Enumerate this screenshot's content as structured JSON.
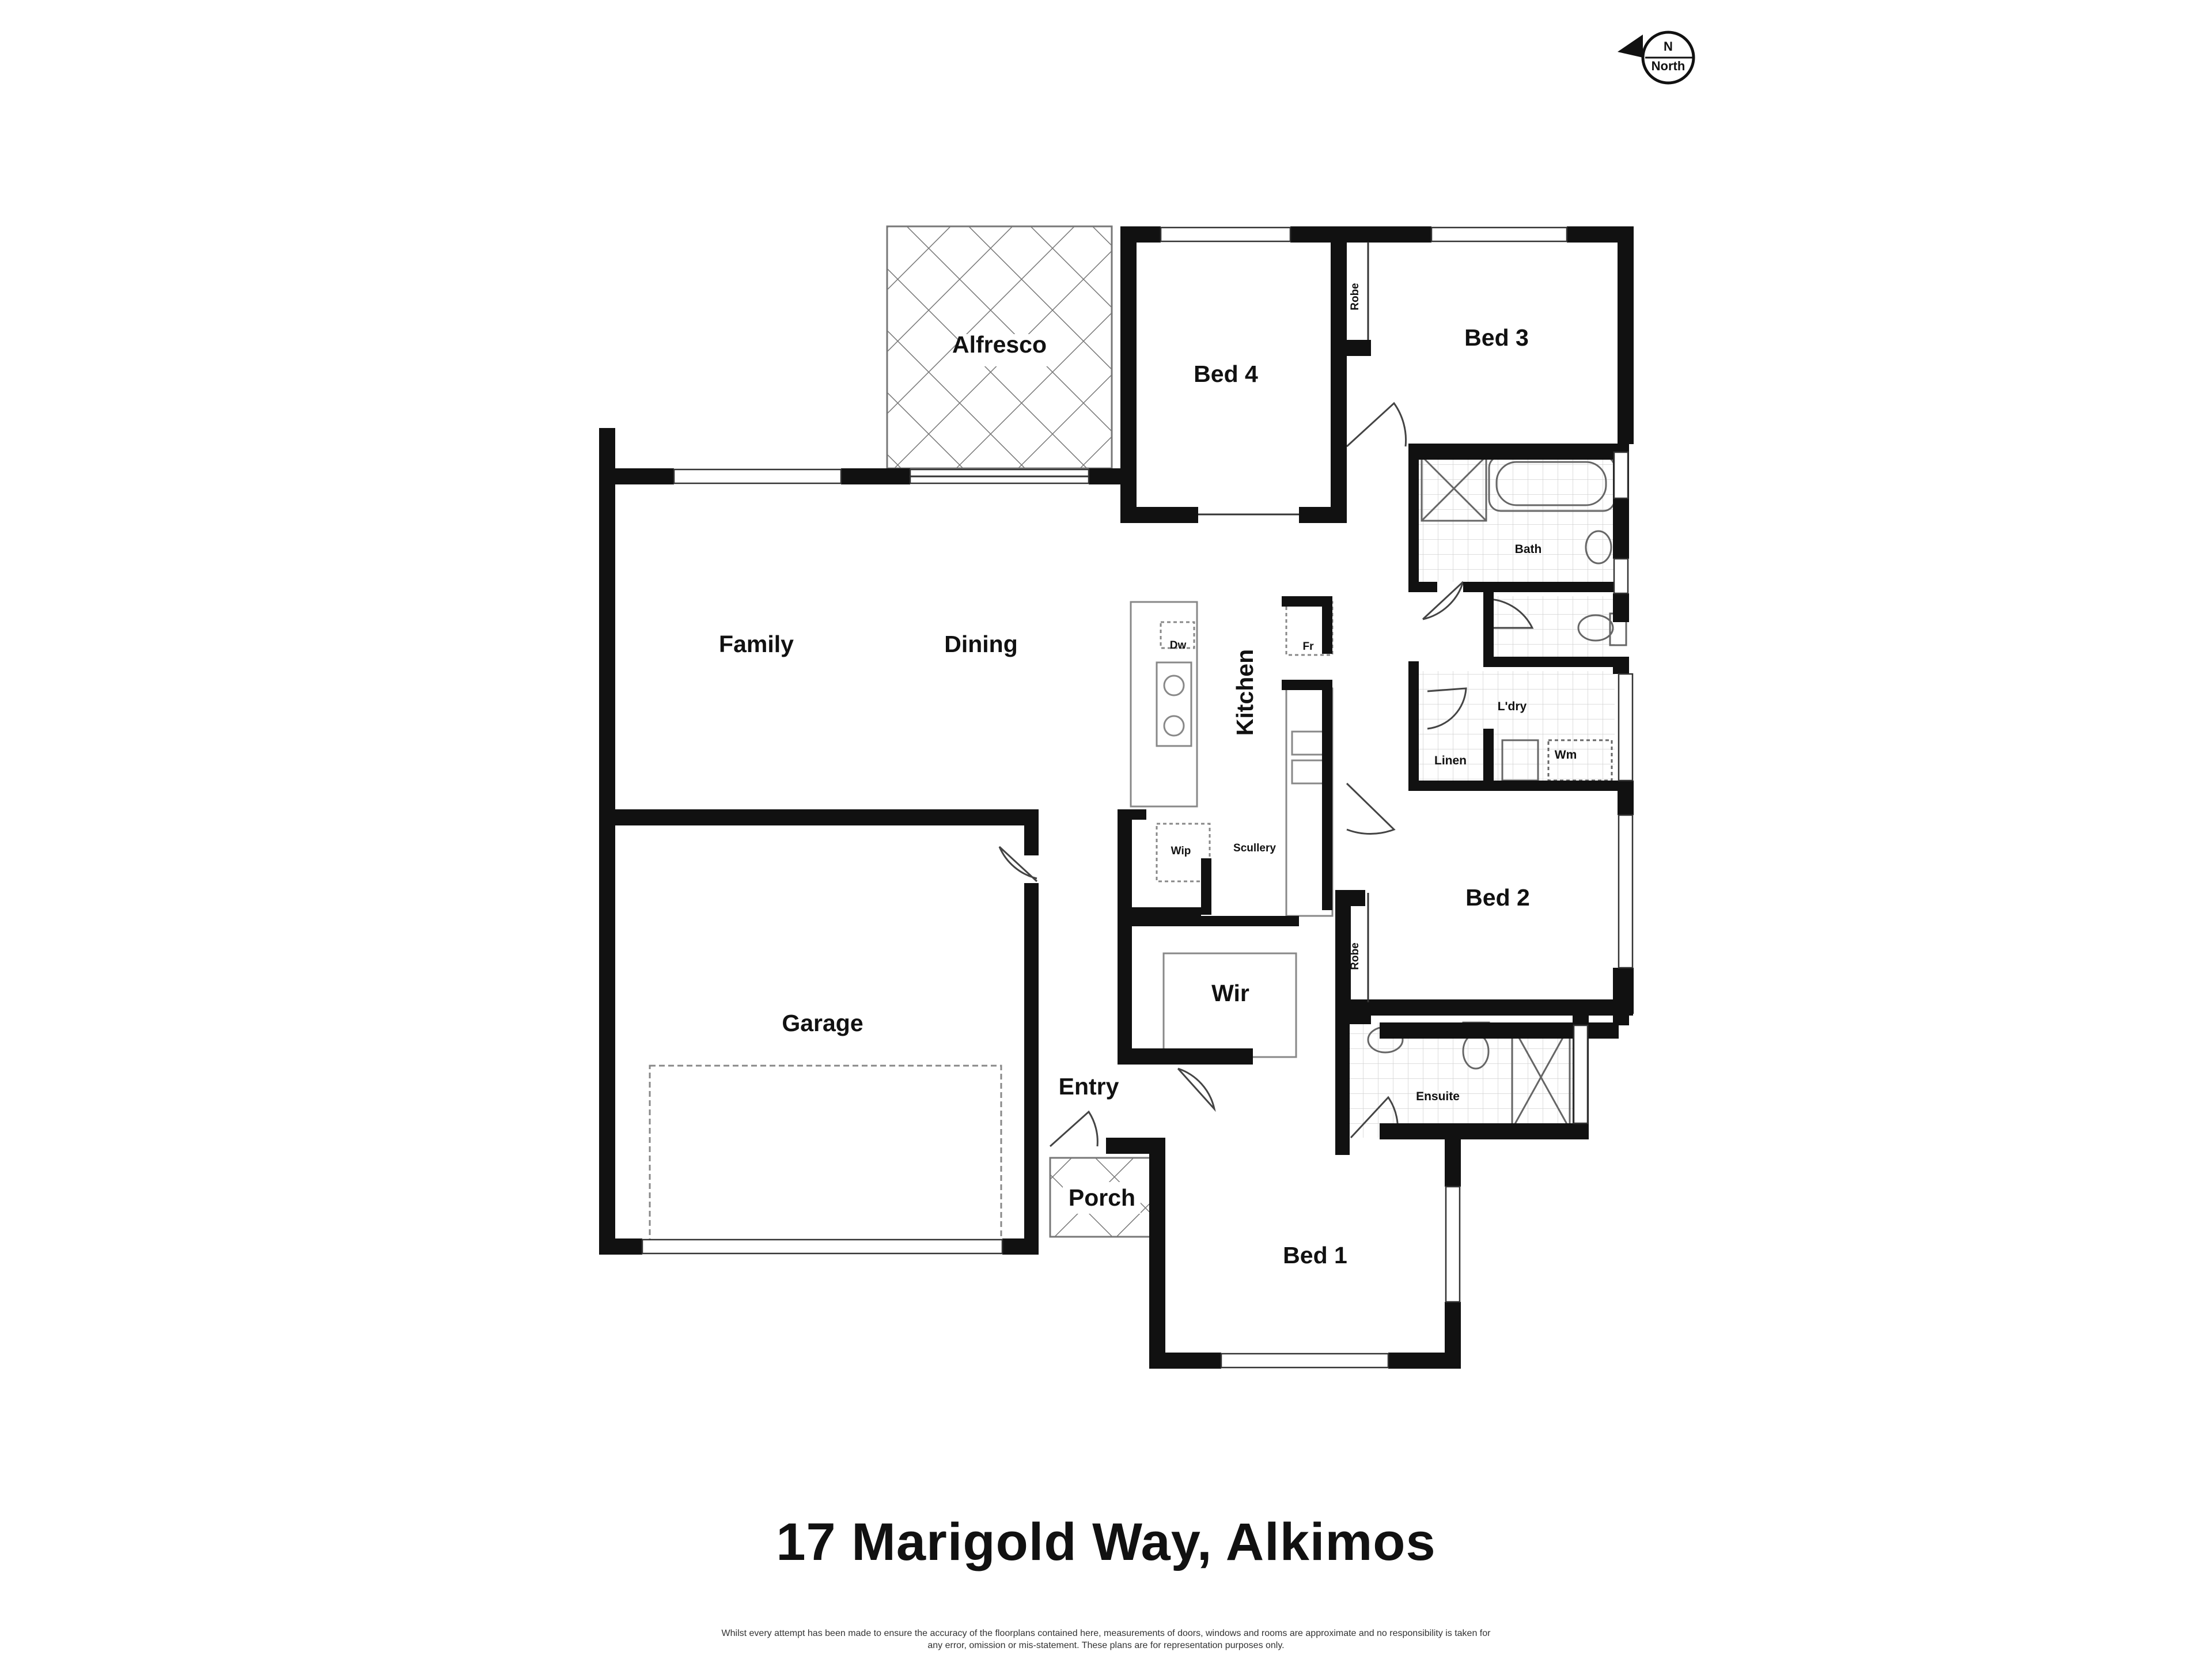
{
  "compass": {
    "n": "N",
    "label": "North"
  },
  "rooms": {
    "alfresco": "Alfresco",
    "bed4": "Bed 4",
    "bed3": "Bed 3",
    "robe_top": "Robe",
    "bath": "Bath",
    "family": "Family",
    "dining": "Dining",
    "dw": "Dw",
    "kitchen": "Kitchen",
    "fr": "Fr",
    "ldry": "L'dry",
    "linen": "Linen",
    "wm": "Wm",
    "wip": "Wip",
    "scullery": "Scullery",
    "bed2": "Bed 2",
    "robe_bottom": "Robe",
    "garage": "Garage",
    "wir": "Wir",
    "entry": "Entry",
    "ensuite": "Ensuite",
    "porch": "Porch",
    "bed1": "Bed 1"
  },
  "address": "17 Marigold Way, Alkimos",
  "disclaimer": {
    "line1": "Whilst every attempt has been made to ensure the accuracy of the floorplans contained here, measurements of doors, windows and rooms are approximate and no responsibility is taken for",
    "line2": "any error, omission or mis-statement. These plans are for representation purposes only."
  },
  "colors": {
    "wall": "#111111",
    "line": "#555555",
    "background": "#ffffff"
  }
}
